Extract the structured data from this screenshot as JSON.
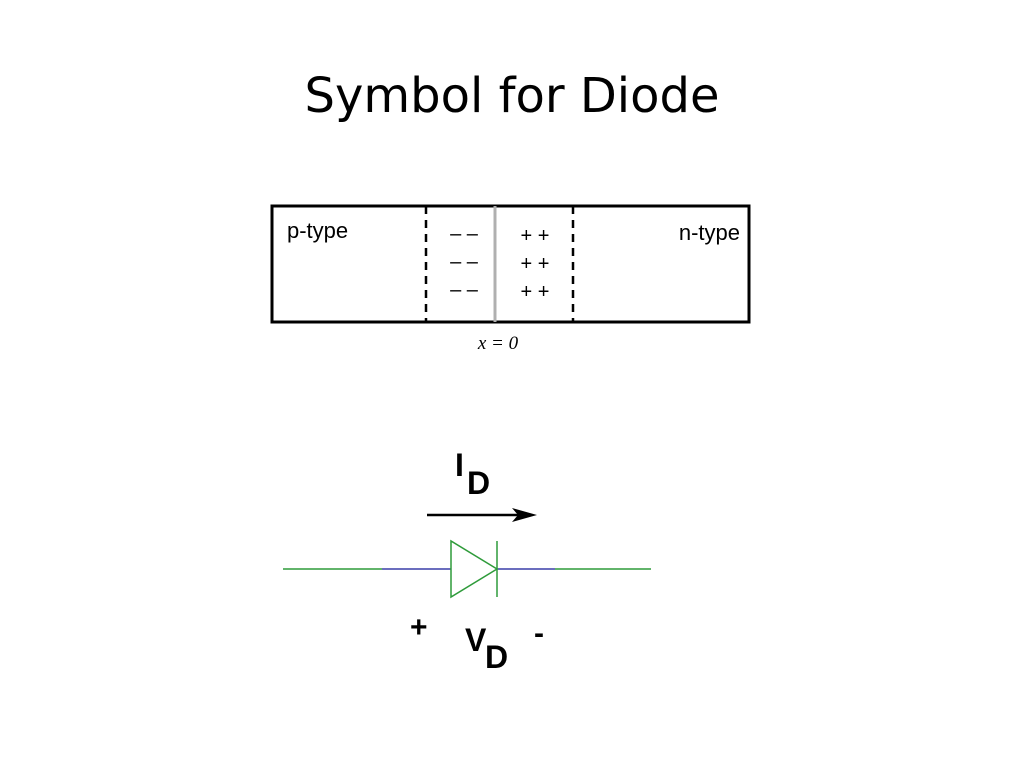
{
  "slide": {
    "title": "Symbol for Diode"
  },
  "junction": {
    "p_label": "p-type",
    "n_label": "n-type",
    "negative_charges": [
      "– –",
      "– –",
      "– –"
    ],
    "positive_charges": [
      "+ +",
      "+ +",
      "+ +"
    ],
    "origin_label": "x = 0"
  },
  "diode": {
    "current_symbol": "I",
    "current_subscript": "D",
    "voltage_plus": "+",
    "voltage_symbol": "V",
    "voltage_subscript": "D",
    "voltage_minus": "-"
  },
  "colors": {
    "wire": "#2e9b3a",
    "wire_inner": "#3a3fa8",
    "outline": "#000000",
    "junction_line": "#b0b0b0"
  }
}
